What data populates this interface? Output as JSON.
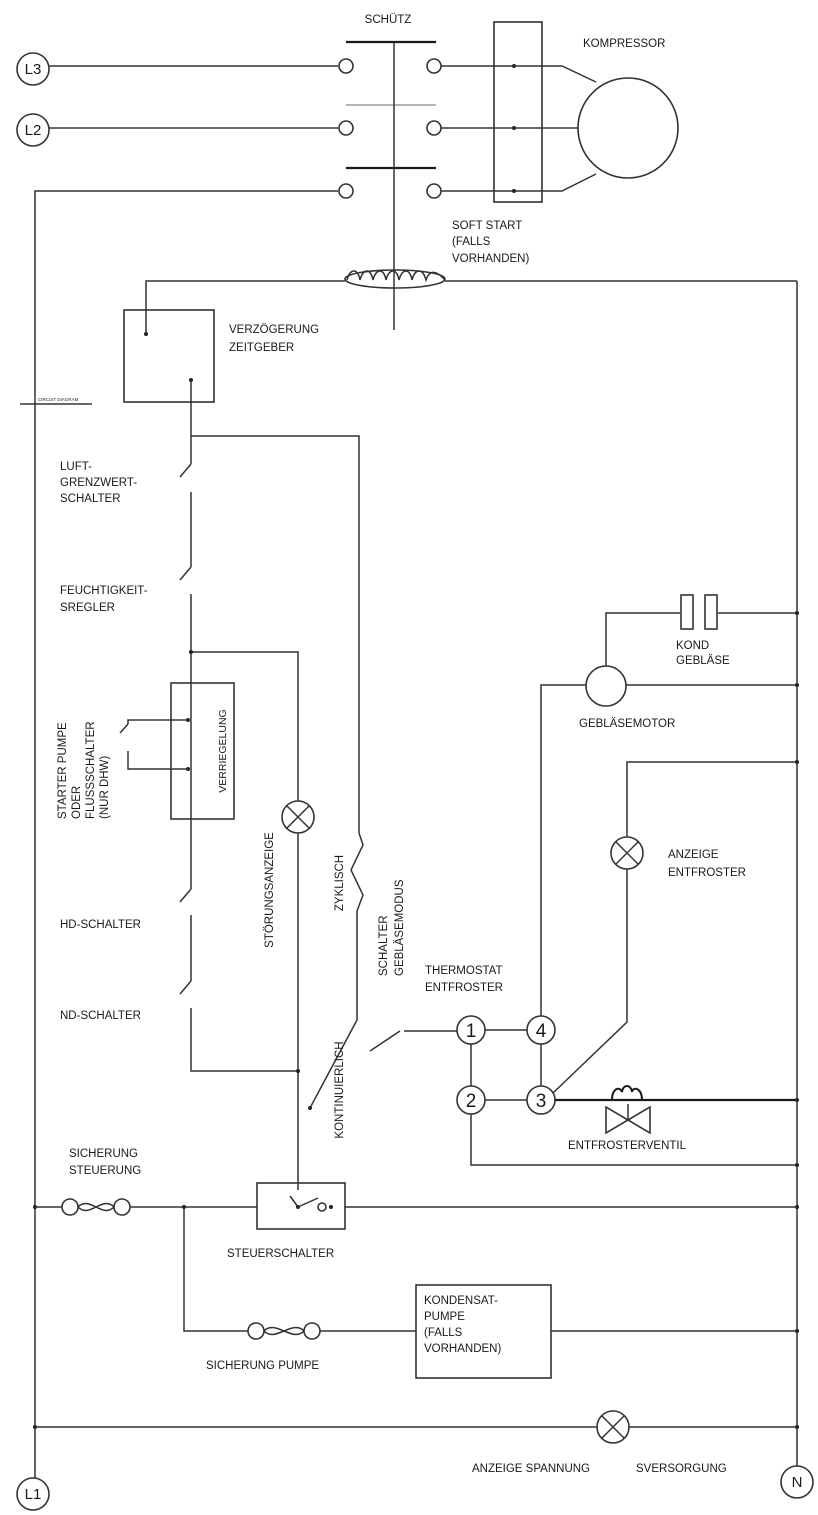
{
  "terminals": {
    "l3": "L3",
    "l2": "L2",
    "l1": "L1",
    "n": "N"
  },
  "labels": {
    "contactor": "SCHÜTZ",
    "compressor": "KOMPRESSOR",
    "soft_start": [
      "SOFT START",
      "(FALLS",
      "VORHANDEN)"
    ],
    "delay_timer": [
      "VERZÖGERUNG",
      "ZEITGEBER"
    ],
    "circuit_diagram": "CIRCUIT DIAGRAM",
    "air_limit_switch": [
      "LUFT-",
      "GRENZWERT-",
      "SCHALTER"
    ],
    "humidity_controller": [
      "FEUCHTIGKEIT-",
      "SREGLER"
    ],
    "pump_starter": [
      "STARTER PUMPE",
      "ODER",
      "FLUSSSCHALTER",
      "(NUR DHW)"
    ],
    "interlock": "VERRIEGELUNG",
    "fault_indicator": "STÖRUNGSANZEIGE",
    "hp_switch": "HD-SCHALTER",
    "lp_switch": "ND-SCHALTER",
    "cyclic": "ZYKLISCH",
    "continuous": "KONTINUIERLICH",
    "fan_mode_switch": [
      "SCHALTER",
      "GEBLÄSEMODUS"
    ],
    "defrost_thermostat": [
      "THERMOSTAT",
      "ENTFROSTER"
    ],
    "fan_capacitor": [
      "KOND",
      "GEBLÄSE"
    ],
    "fan_motor": "GEBLÄSEMOTOR",
    "defrost_indicator": [
      "ANZEIGE",
      "ENTFROSTER"
    ],
    "defrost_valve": "ENTFROSTERVENTIL",
    "control_fuse": [
      "SICHERUNG",
      "STEUERUNG"
    ],
    "control_switch": "STEUERSCHALTER",
    "pump_fuse": "SICHERUNG PUMPE",
    "condensate_pump": [
      "KONDENSAT-",
      "PUMPE",
      "(FALLS",
      "VORHANDEN)"
    ],
    "supply_indicator_left": "ANZEIGE SPANNUNG",
    "supply_indicator_right": "SVERSORGUNG"
  },
  "thermostat_terminals": [
    "1",
    "2",
    "3",
    "4"
  ]
}
